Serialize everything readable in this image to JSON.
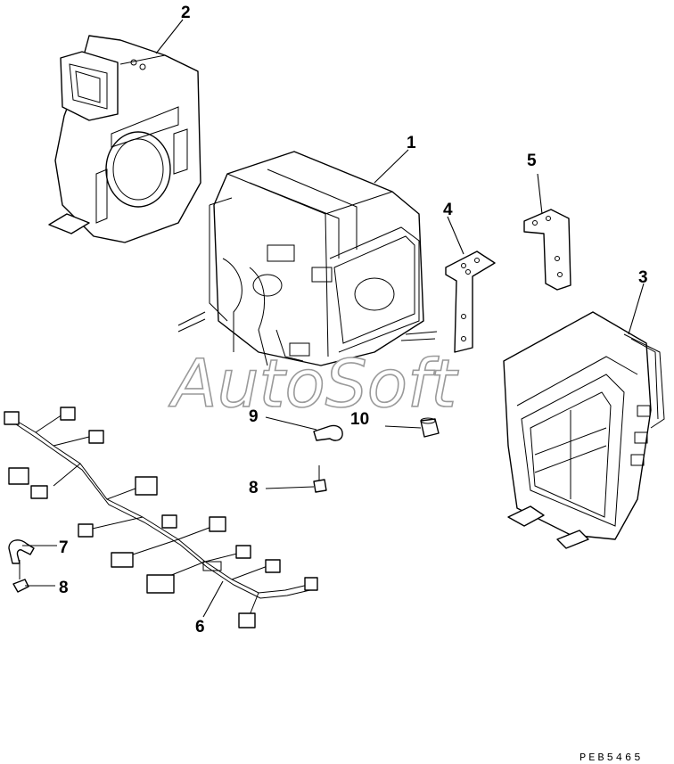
{
  "callouts": {
    "c1": "1",
    "c2": "2",
    "c3": "3",
    "c4": "4",
    "c5": "5",
    "c6": "6",
    "c7": "7",
    "c8a": "8",
    "c8b": "8",
    "c9": "9",
    "c10": "10"
  },
  "watermark": "AutoSoft",
  "drawing_code": "PEB5465"
}
